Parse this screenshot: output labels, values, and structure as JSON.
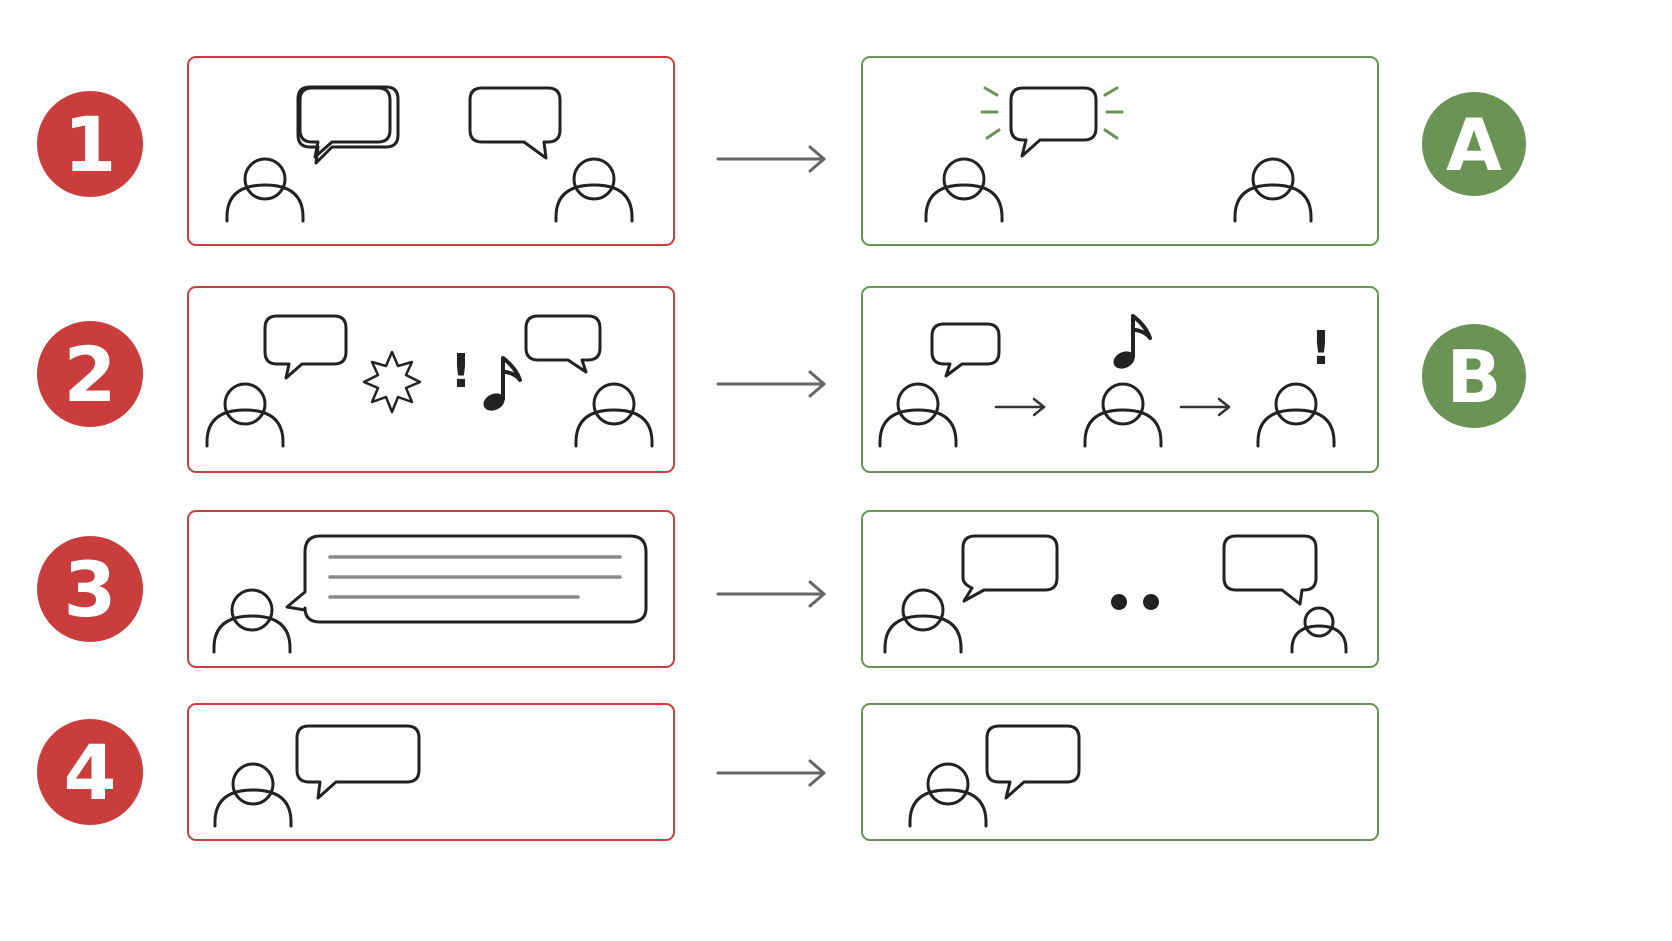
{
  "colors": {
    "bad": "#c93d3d",
    "good": "#6b9356",
    "ink": "#222222",
    "arrow": "#666666",
    "sparkle": "#6b9356"
  },
  "rows": [
    {
      "label": "1",
      "bad_panel": {
        "scene": "two-people-talking-at-once"
      },
      "good_panel": {
        "scene": "one-speaks-other-listens",
        "badge": "A"
      }
    },
    {
      "label": "2",
      "bad_panel": {
        "scene": "noise-and-interruptions",
        "symbols": [
          "!"
        ]
      },
      "good_panel": {
        "scene": "message-passed-along",
        "badge": "B",
        "symbols": [
          "!"
        ]
      }
    },
    {
      "label": "3",
      "bad_panel": {
        "scene": "long-monologue"
      },
      "good_panel": {
        "scene": "short-turns-with-pause"
      }
    },
    {
      "label": "4",
      "bad_panel": {
        "scene": "single-speaker"
      },
      "good_panel": {
        "scene": "single-speaker"
      }
    }
  ]
}
